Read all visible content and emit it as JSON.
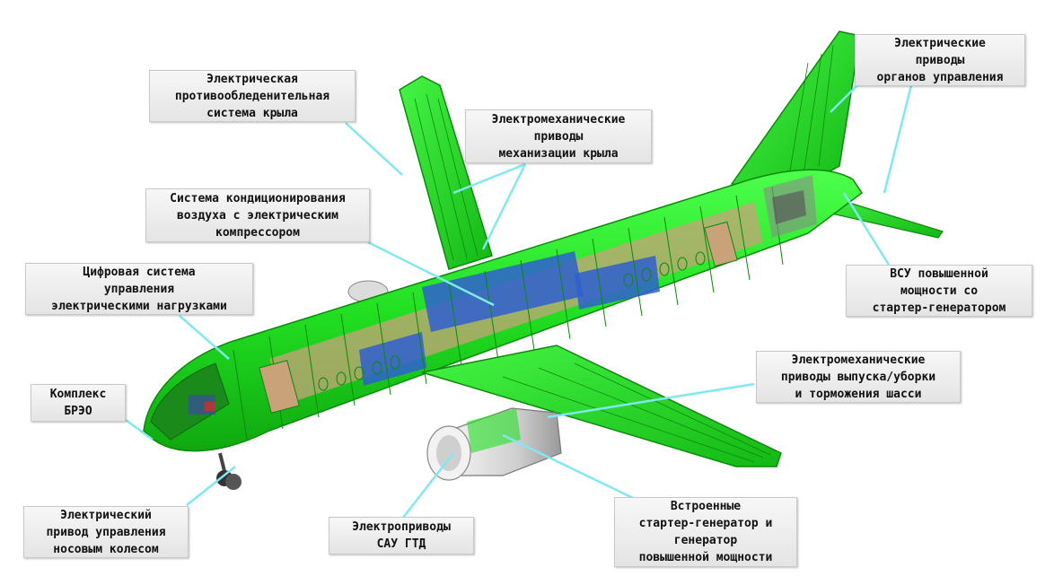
{
  "callouts": {
    "wing_deicing": [
      "Электрическая",
      "противообледенительная",
      "система крыла"
    ],
    "wing_mechanization": [
      "Электромеханические",
      "приводы",
      "механизации крыла"
    ],
    "air_conditioning": [
      "Система кондиционирования",
      "воздуха с электрическим",
      "компрессором"
    ],
    "load_control": [
      "Цифровая система",
      "управления",
      "электрическими нагрузками"
    ],
    "avionics": [
      "Комплекс",
      "БРЭО"
    ],
    "nose_wheel": [
      "Электрический",
      "привод управления",
      "носовым колесом"
    ],
    "engine_control": [
      "Электроприводы",
      "САУ ГТД"
    ],
    "starter_generator": [
      "Встроенные",
      "стартер-генератор и",
      "генератор",
      "повышенной мощности"
    ],
    "landing_gear": [
      "Электромеханические",
      "приводы выпуска/уборки",
      "и торможения шасси"
    ],
    "apu": [
      "ВСУ повышенной",
      "мощности со",
      "стартер-генератором"
    ],
    "flight_controls": [
      "Электрические",
      "приводы",
      "органов управления"
    ]
  },
  "colors": {
    "airframe_green": "#22e022",
    "airframe_dark": "#0a8a0a",
    "seats_blue": "#2f5fd0",
    "floor_tan": "#c9a27a",
    "leader_cyan": "#7fe8f2"
  },
  "icons": {
    "aircraft": "cutaway-airliner-illustration"
  }
}
